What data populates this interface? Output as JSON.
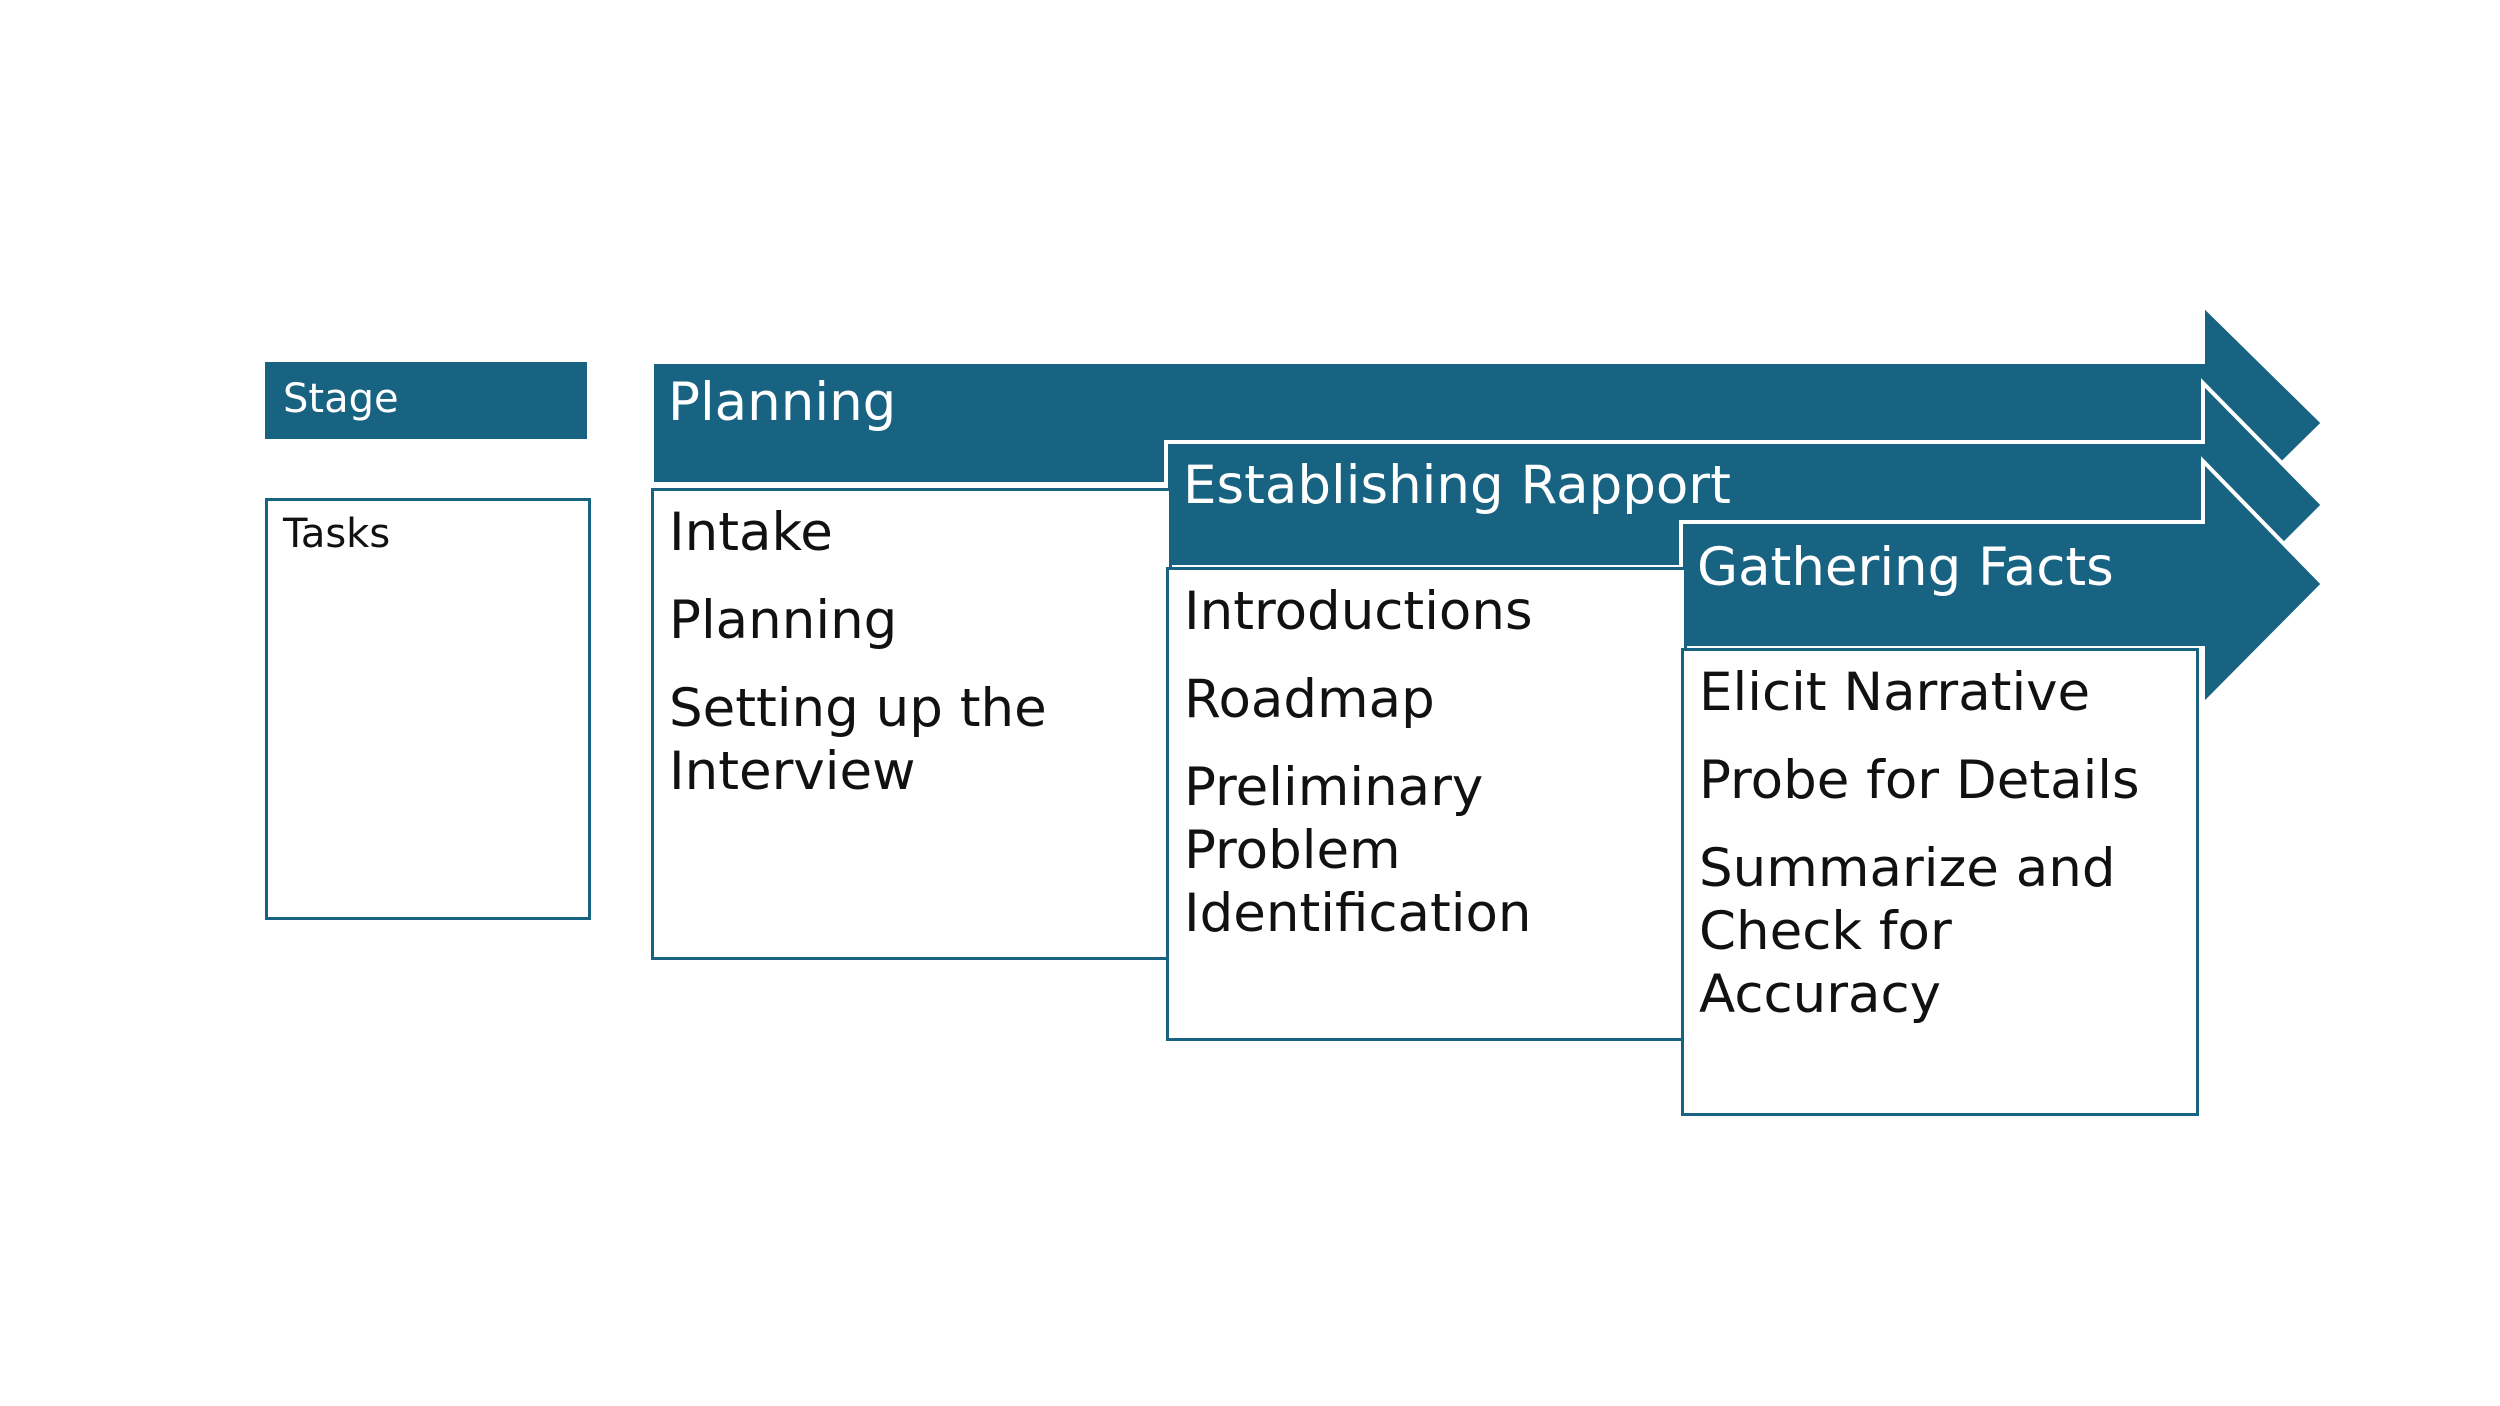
{
  "legend": {
    "stage_label": "Stage",
    "tasks_label": "Tasks"
  },
  "colors": {
    "stage_fill": "#186282",
    "stage_text": "#ffffff",
    "box_border": "#186282",
    "task_text": "#111111"
  },
  "stages": [
    {
      "title": "Planning",
      "tasks": [
        "Intake",
        "Planning",
        "Setting up the Interview"
      ]
    },
    {
      "title": "Establishing Rapport",
      "tasks": [
        "Introductions",
        "Roadmap",
        "Preliminary Problem Identification"
      ]
    },
    {
      "title": "Gathering Facts",
      "tasks": [
        "Elicit Narrative",
        "Probe for Details",
        "Summarize and Check for Accuracy"
      ]
    }
  ]
}
